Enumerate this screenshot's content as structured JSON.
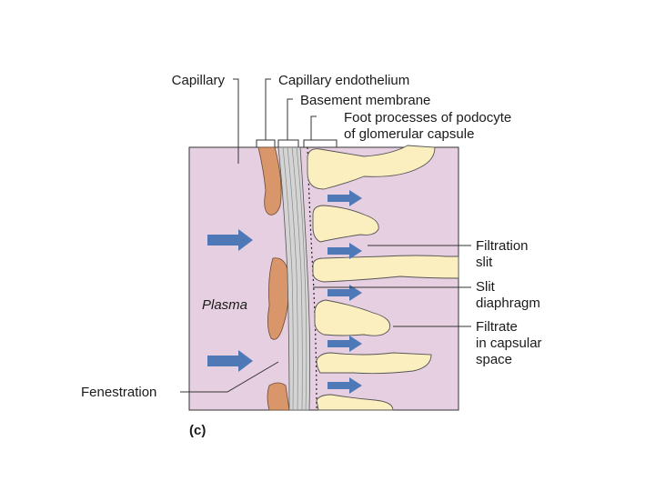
{
  "labels": {
    "capillary": "Capillary",
    "capillary_endothelium": "Capillary endothelium",
    "basement_membrane": "Basement membrane",
    "foot_processes": [
      "Foot processes of podocyte",
      "of glomerular capsule"
    ],
    "filtration_slit": [
      "Filtration",
      "slit"
    ],
    "slit_diaphragm": [
      "Slit",
      "diaphragm"
    ],
    "filtrate": [
      "Filtrate",
      "in capsular",
      "space"
    ],
    "plasma": "Plasma",
    "fenestration": "Fenestration",
    "panel": "(c)"
  },
  "colors": {
    "background": "#e7cfe2",
    "endothelium": "#d9966a",
    "membrane": "#d4d4d4",
    "podocyte": "#fbefc0",
    "arrow": "#4e79b6",
    "leader": "#333333"
  }
}
